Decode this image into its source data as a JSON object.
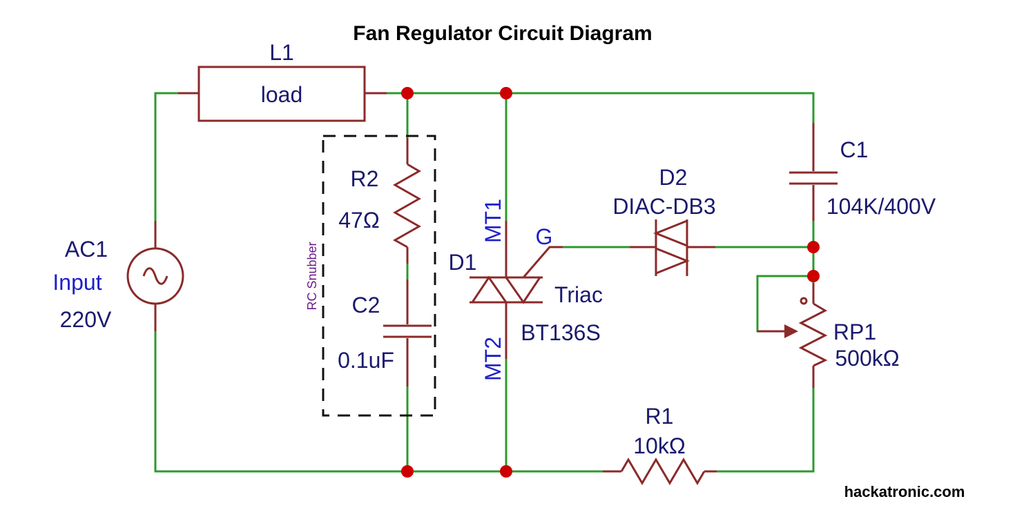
{
  "title": "Fan Regulator Circuit Diagram",
  "watermark": "hackatronic.com",
  "snubber_label": "RC Snubber",
  "colors": {
    "wire": "#2c9a2c",
    "component": "#8b2a2a",
    "junction": "#cc0000",
    "label": "#1a1a6e",
    "pin_label": "#1f20c8",
    "snubber_label": "#6a1b8a"
  },
  "components": {
    "L1": {
      "ref": "L1",
      "value": "load"
    },
    "AC1": {
      "ref": "AC1",
      "line2": "Input",
      "value": "220V",
      "symbol": "~"
    },
    "R2": {
      "ref": "R2",
      "value": "47Ω"
    },
    "C2": {
      "ref": "C2",
      "value": "0.1uF"
    },
    "D1": {
      "ref": "D1",
      "name": "Triac",
      "value": "BT136S",
      "pins": {
        "mt1": "MT1",
        "mt2": "MT2",
        "gate": "G"
      }
    },
    "D2": {
      "ref": "D2",
      "value": "DIAC-DB3"
    },
    "C1": {
      "ref": "C1",
      "value": "104K/400V"
    },
    "RP1": {
      "ref": "RP1",
      "value": "500kΩ"
    },
    "R1": {
      "ref": "R1",
      "value": "10kΩ"
    }
  }
}
